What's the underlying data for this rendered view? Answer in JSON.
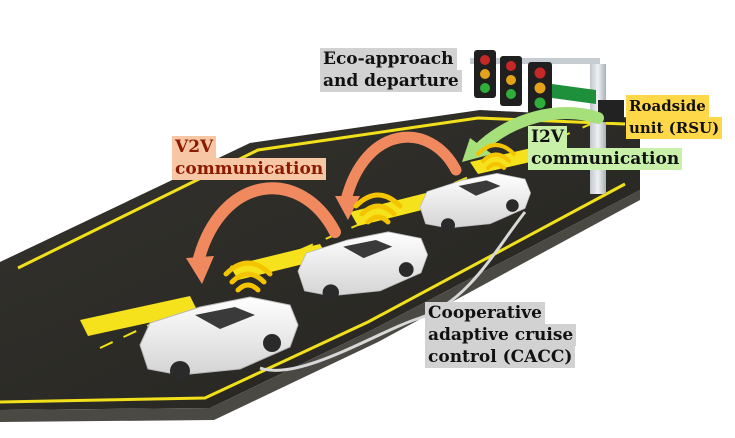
{
  "labels": {
    "eco_line1": "Eco-approach",
    "eco_line2": "and departure",
    "v2v_line1": "V2V",
    "v2v_line2": "communication",
    "i2v_line1": "I2V",
    "i2v_line2": "communication",
    "rsu_line1": "Roadside",
    "rsu_line2": "unit (RSU)",
    "cacc_line1": "Cooperative",
    "cacc_line2": "adaptive cruise",
    "cacc_line3": "control (CACC)"
  },
  "colors": {
    "road": "#2b2a26",
    "lane_line": "#f2e01a",
    "v2v_arrow": "#f08a5e",
    "i2v_arrow": "#a6e07a",
    "signal_wave": "#f5c400",
    "car_body": "#f1f1f1",
    "rsu_sign": "#1e8f3a"
  },
  "icons": [
    "traffic-light-icon",
    "car-icon",
    "signal-wave-icon",
    "rsu-pole-icon"
  ]
}
